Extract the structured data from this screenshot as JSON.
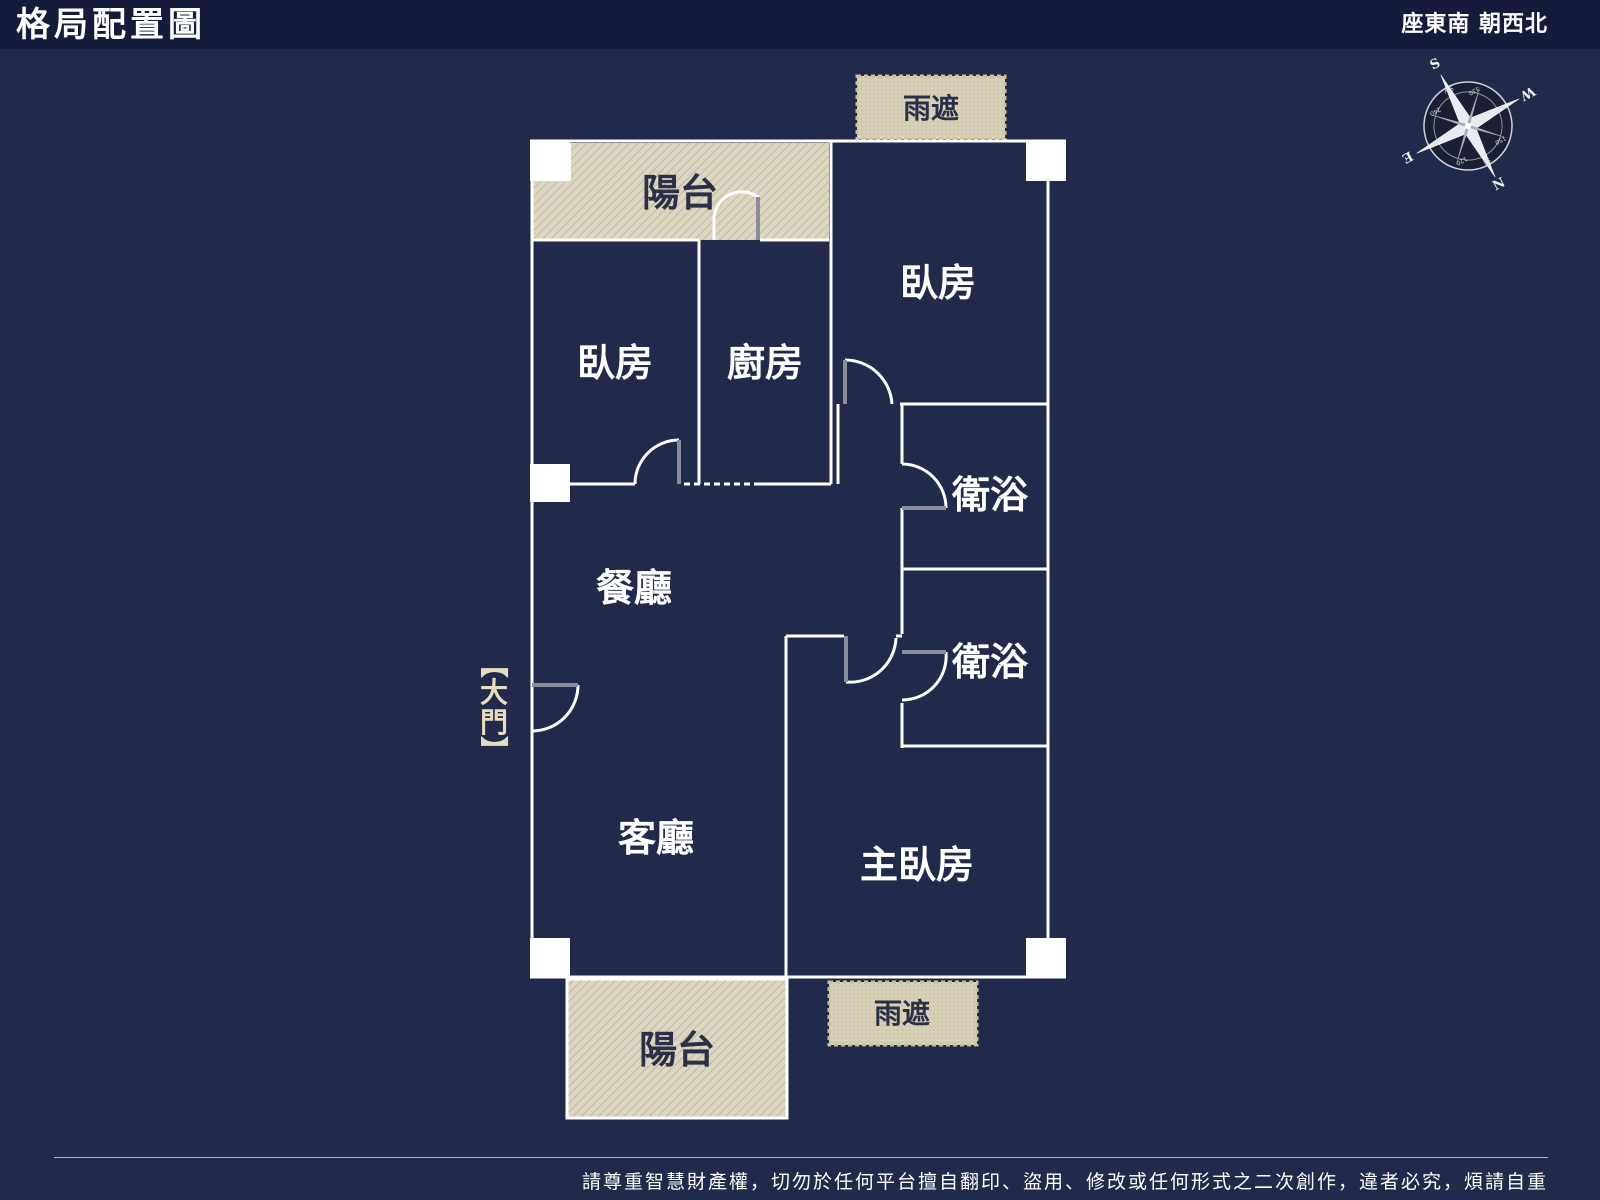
{
  "header": {
    "title": "格局配置圖",
    "orientation": "座東南 朝西北"
  },
  "rooms": {
    "balcony_top": "陽台",
    "rain_cover_top": "雨遮",
    "bedroom_top_right": "臥房",
    "bedroom_left": "臥房",
    "kitchen": "廚房",
    "bath_upper": "衛浴",
    "bath_lower": "衛浴",
    "dining": "餐廳",
    "living": "客廳",
    "master_bedroom": "主臥房",
    "balcony_bottom": "陽台",
    "rain_cover_bottom": "雨遮"
  },
  "entrance": {
    "bracket_open": "【",
    "label_1": "大",
    "label_2": "門",
    "bracket_close": "】"
  },
  "compass": {
    "north": "N",
    "south": "S",
    "east": "E",
    "west": "W",
    "ticks": [
      "SE",
      "SW",
      "NE",
      "NW",
      "120",
      "150",
      "240",
      "330"
    ]
  },
  "footer": {
    "notice": "請尊重智慧財產權，切勿於任何平台擅自翻印、盜用、修改或任何形式之二次創作，違者必究，煩請自重"
  },
  "colors": {
    "background": "#212a4a",
    "header": "#141b3b",
    "wall": "#ffffff",
    "outdoor_fill": "#d8d2bd",
    "door_leaf": "#8a8d99"
  }
}
